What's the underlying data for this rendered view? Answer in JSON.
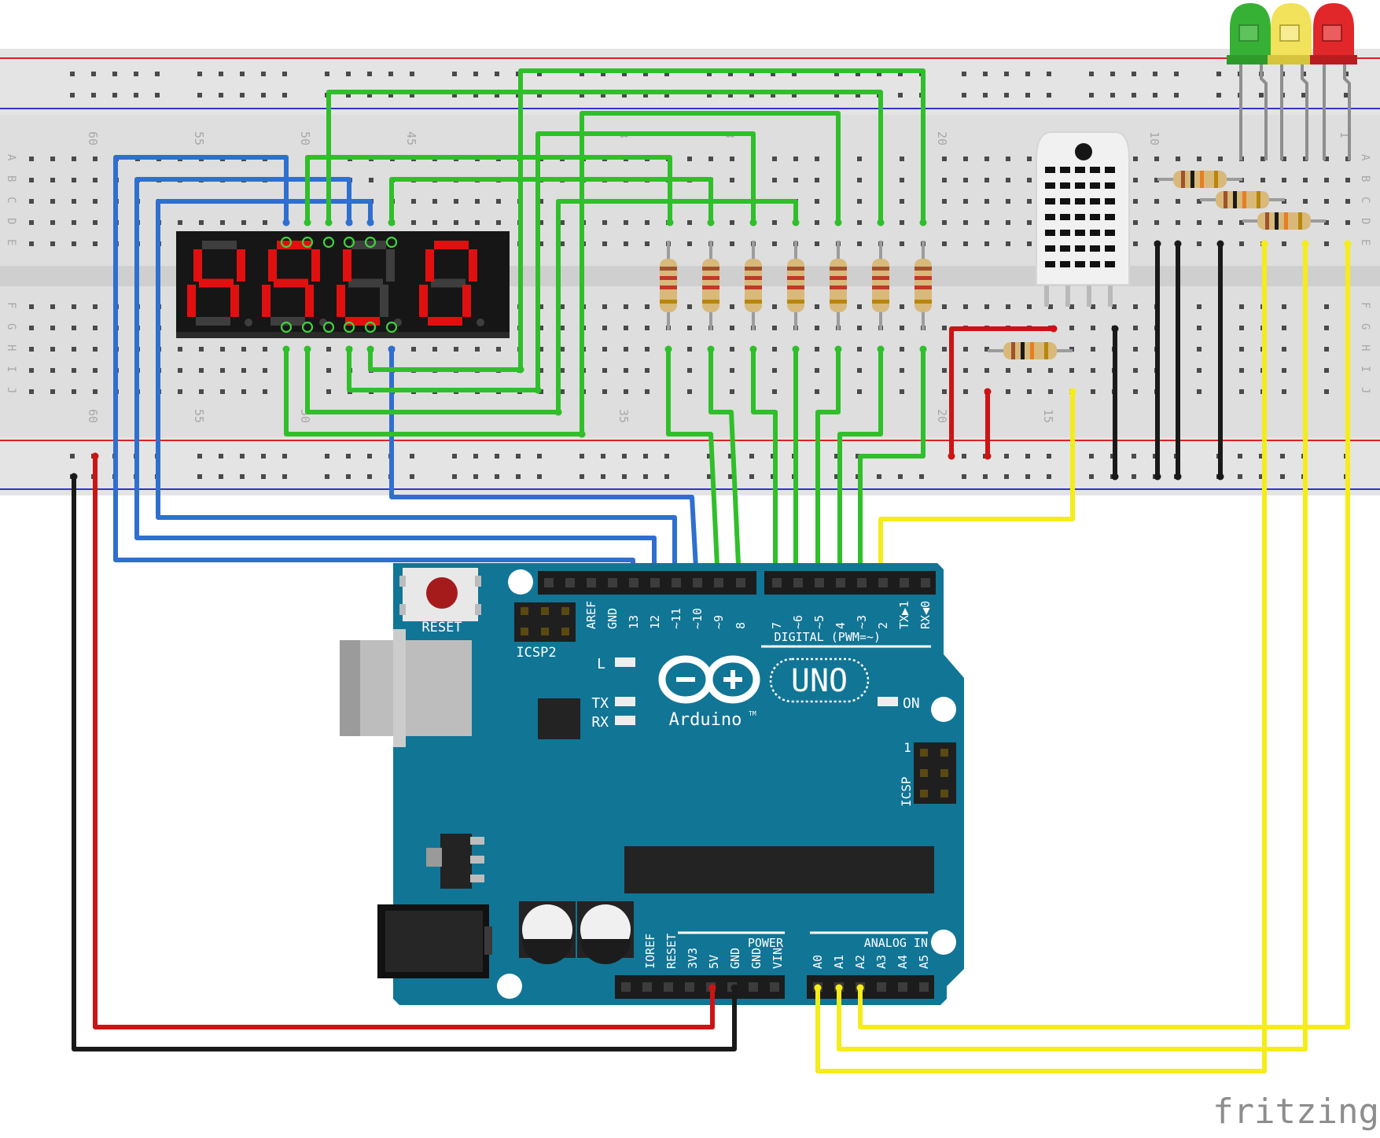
{
  "breadboard": {
    "column_numbers_top": [
      "60",
      "55",
      "50",
      "45",
      "3",
      "3",
      "20",
      "1",
      "10",
      "1"
    ],
    "column_numbers_bottom": [
      "60",
      "55",
      "50",
      "35",
      "20",
      "15"
    ],
    "row_letters_top": [
      "A",
      "B",
      "C",
      "D",
      "E"
    ],
    "row_letters_bottom": [
      "F",
      "G",
      "H",
      "I",
      "J"
    ]
  },
  "display": {
    "characters": [
      "H",
      "A",
      "L",
      "O"
    ],
    "segment_on_color": "#e01010",
    "segment_off_color": "#3e3e3e"
  },
  "leds": [
    {
      "name": "green-led",
      "color": "#37b135"
    },
    {
      "name": "yellow-led",
      "color": "#f2e15a"
    },
    {
      "name": "red-led",
      "color": "#e1272a"
    }
  ],
  "arduino": {
    "reset_label": "RESET",
    "icsp2_label": "ICSP2",
    "icsp_label": "ICSP",
    "icsp_pin1": "1",
    "l_label": "L",
    "tx_label": "TX",
    "rx_label": "RX",
    "on_label": "ON",
    "uno_label": "UNO",
    "brand_label": "Arduino",
    "tm": "TM",
    "digital_label": "DIGITAL (PWM=~)",
    "power_label": "POWER",
    "analog_label": "ANALOG IN",
    "digital_pins": [
      "AREF",
      "GND",
      "13",
      "12",
      "~11",
      "~10",
      "~9",
      "8",
      "7",
      "~6",
      "~5",
      "4",
      "~3",
      "2",
      "TX▶1",
      "RX◀0"
    ],
    "power_pins": [
      "IOREF",
      "RESET",
      "3V3",
      "5V",
      "GND",
      "GND",
      "VIN"
    ],
    "analog_pins": [
      "A0",
      "A1",
      "A2",
      "A3",
      "A4",
      "A5"
    ],
    "board_color": "#117596"
  },
  "wire_colors": {
    "green": "#2fbf2a",
    "blue": "#2f6fd0",
    "yellow": "#f5ec19",
    "red": "#cc1414",
    "black": "#1a1a1a"
  },
  "watermark": "fritzing"
}
